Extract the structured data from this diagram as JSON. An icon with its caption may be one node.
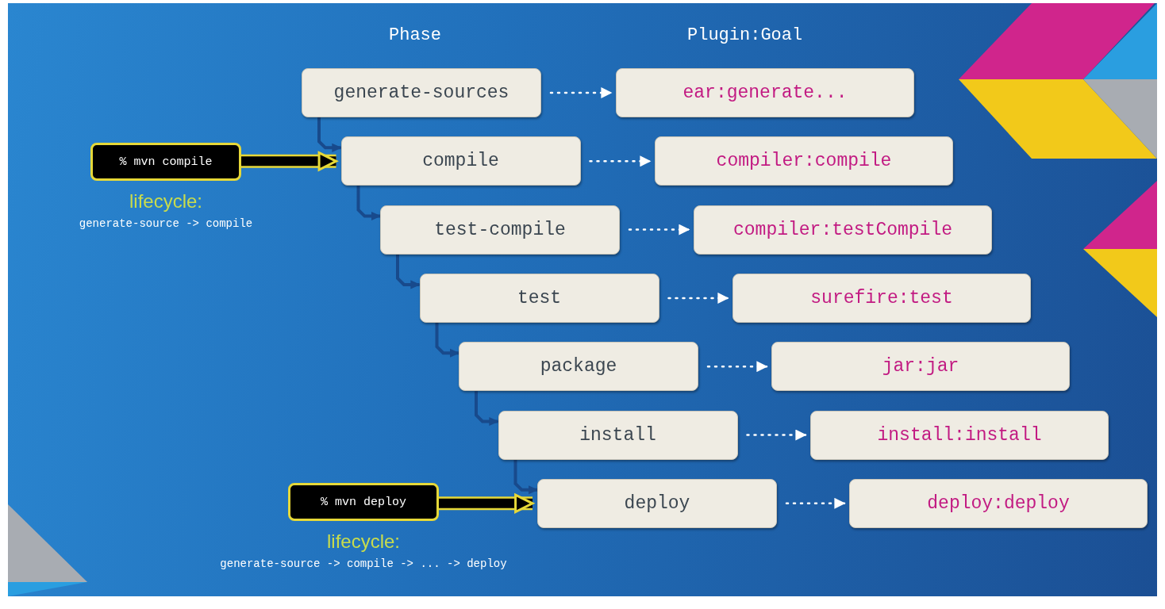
{
  "diagram": {
    "nodes": [
      {
        "text": [
          "generate-sources"
        ]
      },
      {
        "text": [
          "compile"
        ]
      },
      {
        "text": [
          "test-compile"
        ]
      },
      {
        "text": [
          "test"
        ]
      },
      {
        "text": [
          "package"
        ]
      },
      {
        "text": [
          "install"
        ]
      },
      {
        "text": [
          "deploy"
        ]
      },
      {
        "text": [
          "ear:generate..."
        ]
      },
      {
        "text": [
          "compiler:compile"
        ]
      },
      {
        "text": [
          "compiler:testCompile"
        ]
      },
      {
        "text": [
          "surefire:test"
        ]
      },
      {
        "text": [
          "jar:jar"
        ]
      },
      {
        "text": [
          "install:install"
        ]
      },
      {
        "text": [
          "deploy:deploy"
        ]
      },
      {
        "text": [
          "% mvn compile"
        ],
        "beside": [
          "lifecycle:",
          "generate-source -> compile"
        ]
      },
      {
        "text": [
          "% mvn deploy"
        ],
        "beside": [
          "lifecycle:",
          "generate-source -> compile -> ... -> deploy"
        ]
      }
    ],
    "edges": [
      {
        "from": 0,
        "to": 1,
        "arrow": "to",
        "color": "#184a8c"
      },
      {
        "from": 1,
        "to": 2,
        "arrow": "to",
        "color": "#184a8c"
      },
      {
        "from": 2,
        "to": 3,
        "arrow": "to",
        "color": "#184a8c"
      },
      {
        "from": 3,
        "to": 4,
        "arrow": "to",
        "color": "#184a8c"
      },
      {
        "from": 4,
        "to": 5,
        "arrow": "to",
        "color": "#184a8c"
      },
      {
        "from": 5,
        "to": 6,
        "arrow": "to",
        "color": "#184a8c"
      },
      {
        "from": 0,
        "to": 7,
        "arrow": "to",
        "style": "dashed"
      },
      {
        "from": 1,
        "to": 8,
        "arrow": "to",
        "style": "dashed"
      },
      {
        "from": 2,
        "to": 9,
        "arrow": "to",
        "style": "dashed"
      },
      {
        "from": 3,
        "to": 10,
        "arrow": "to",
        "style": "dashed"
      },
      {
        "from": 4,
        "to": 11,
        "arrow": "to",
        "style": "dashed"
      },
      {
        "from": 5,
        "to": 12,
        "arrow": "to",
        "style": "dashed"
      },
      {
        "from": 6,
        "to": 13,
        "arrow": "to",
        "style": "dashed"
      },
      {
        "from": 14,
        "to": 1,
        "arrow": "to",
        "style": "thick",
        "color": "#000000"
      },
      {
        "from": 15,
        "to": 6,
        "arrow": "to",
        "style": "thick",
        "color": "#000000"
      }
    ],
    "labels": [
      "Phase",
      "Plugin:Goal"
    ]
  }
}
